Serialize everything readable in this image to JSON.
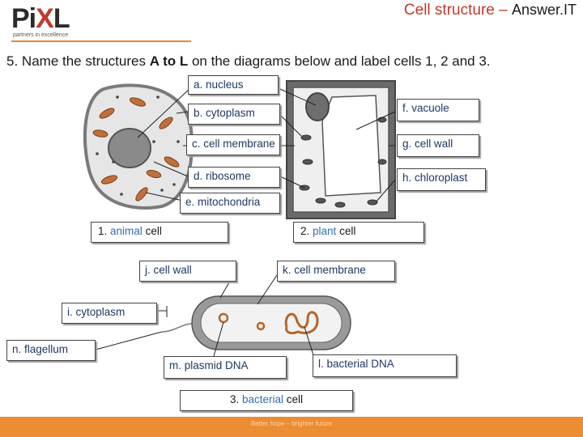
{
  "logo": {
    "text_pi": "Pi",
    "text_x": "X",
    "text_l": "L",
    "tagline": "partners in excellence"
  },
  "header": {
    "title_red": "Cell structure – ",
    "title_answer": "Answer.IT"
  },
  "question": {
    "number": "5.",
    "prefix": "Name the structures ",
    "range": "A to L",
    "suffix": " on the diagrams below and label cells 1, 2 and 3."
  },
  "labels": {
    "a": "a. nucleus",
    "b": "b. cytoplasm",
    "c": "c. cell membrane",
    "d": "d. ribosome",
    "e": "e. mitochondria",
    "f": "f. vacuole",
    "g": "g. cell wall",
    "h": "h. chloroplast",
    "i": "i. cytoplasm",
    "j": "j. cell wall",
    "k": "k. cell membrane",
    "l": "l. bacterial DNA",
    "m": "m. plasmid DNA",
    "n": "n. flagellum"
  },
  "cells": {
    "c1": {
      "num": "1.",
      "kw": "animal",
      "word": "cell"
    },
    "c2": {
      "num": "2.",
      "kw": "plant",
      "word": "cell"
    },
    "c3": {
      "num": "3.",
      "kw": "bacterial",
      "word": "cell"
    }
  },
  "footer": {
    "text": "Better hope – brighter future"
  },
  "colors": {
    "accent": "#c0392b",
    "label_text": "#1f3864",
    "keyword": "#2e6fb4",
    "footer": "#ec8c33"
  }
}
